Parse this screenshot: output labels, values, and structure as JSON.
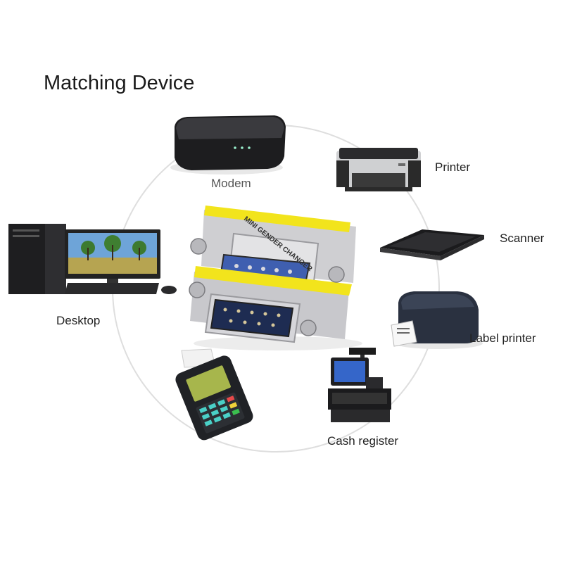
{
  "title": "Matching Device",
  "adapter": {
    "label": "MINI GENDER CHANGER",
    "accent_color": "#f2e41c",
    "port_color": "#3f5fb0"
  },
  "devices": [
    {
      "id": "modem",
      "label": "Modem",
      "icon": "modem-icon"
    },
    {
      "id": "printer",
      "label": "Printer",
      "icon": "printer-icon"
    },
    {
      "id": "scanner",
      "label": "Scanner",
      "icon": "scanner-icon"
    },
    {
      "id": "desktop",
      "label": "Desktop",
      "icon": "desktop-computer-icon"
    },
    {
      "id": "label_printer",
      "label": "Label printer",
      "icon": "label-printer-icon"
    },
    {
      "id": "cash_register",
      "label": "Cash register",
      "icon": "cash-register-icon"
    },
    {
      "id": "pos_terminal",
      "label": "",
      "icon": "pos-terminal-icon"
    }
  ]
}
